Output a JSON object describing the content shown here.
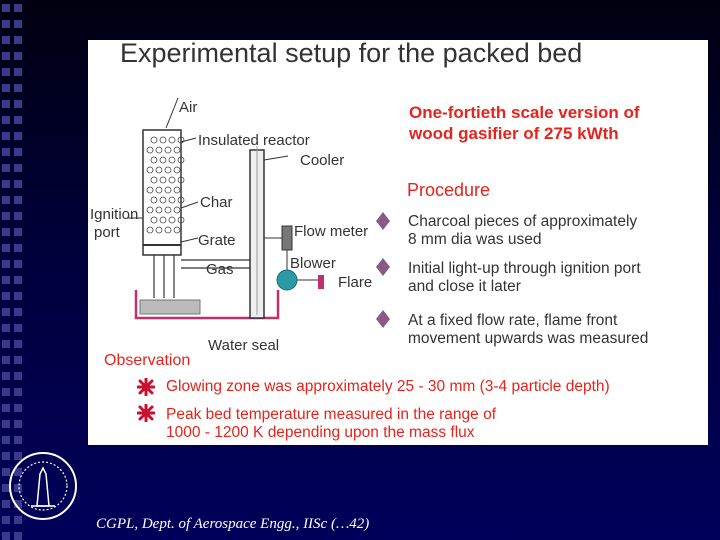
{
  "slide": {
    "title": "Experimental setup for the packed bed",
    "headline": [
      "One-fortieth scale version of",
      "wood gasifier of 275 kWth"
    ],
    "procedure_heading": "Procedure",
    "procedure": [
      [
        "Charcoal pieces of approximately",
        "8 mm dia was used"
      ],
      [
        "Initial light-up through ignition port",
        "and close it later"
      ],
      [
        "At a fixed flow rate, flame front",
        "movement upwards was measured"
      ]
    ],
    "observation_heading": "Observation",
    "observations": [
      [
        "Glowing zone was approximately 25 - 30 mm (3-4 particle depth)"
      ],
      [
        "Peak bed temperature measured in the range of",
        "1000 - 1200 K depending upon the mass flux"
      ]
    ],
    "footer": "CGPL, Dept. of Aerospace Engg., IISc (…42)"
  },
  "diagram": {
    "labels": {
      "air": "Air",
      "insulated_reactor": "Insulated reactor",
      "cooler": "Cooler",
      "char": "Char",
      "ignition_1": "Ignition",
      "ignition_2": "port",
      "grate": "Grate",
      "flow_meter": "Flow meter",
      "gas": "Gas",
      "blower": "Blower",
      "flare": "Flare",
      "water_seal": "Water seal"
    }
  },
  "colors": {
    "accent_red": "#e8231c",
    "bullet_purple": "#8a5a86",
    "blower_teal": "#2c9aa4",
    "water_seal_magenta": "#c0306c"
  },
  "icons": [
    "diamond-bullet-icon",
    "asterisk-bullet-icon",
    "iisc-logo-icon"
  ]
}
